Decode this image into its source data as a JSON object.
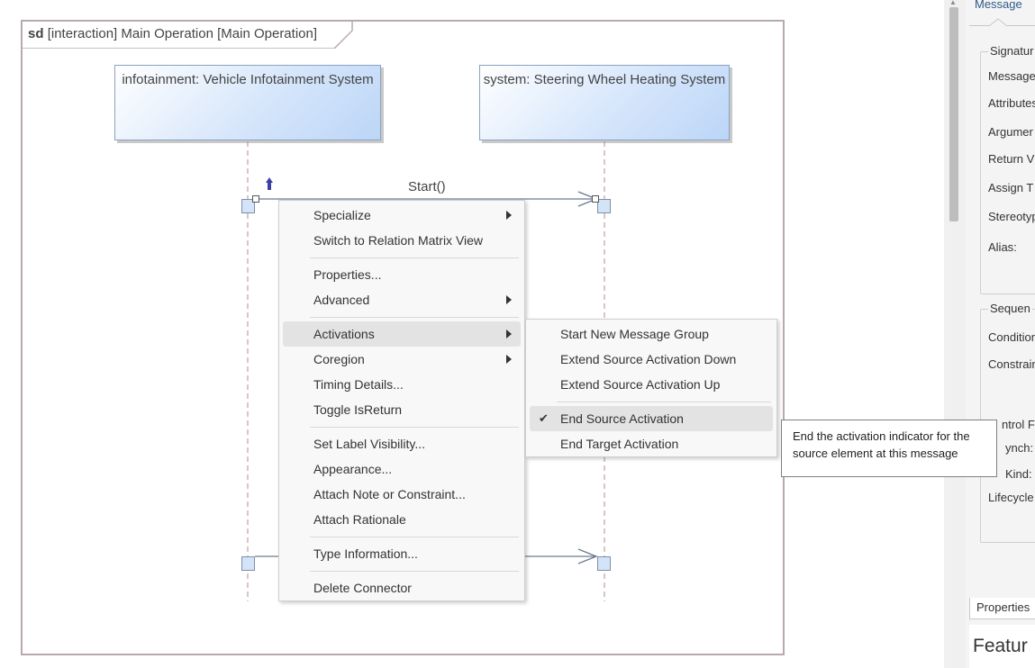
{
  "frame": {
    "kind": "sd",
    "title": "[interaction] Main Operation [Main Operation]"
  },
  "lifelines": [
    {
      "title": "infotainment: Vehicle Infotainment System"
    },
    {
      "title": "system: Steering Wheel Heating System"
    }
  ],
  "message": {
    "label": "Start()"
  },
  "context_menu": {
    "items": [
      "Specialize",
      "Switch to Relation Matrix View",
      "Properties...",
      "Advanced",
      "Activations",
      "Coregion",
      "Timing Details...",
      "Toggle IsReturn",
      "Set Label Visibility...",
      "Appearance...",
      "Attach Note or Constraint...",
      "Attach Rationale",
      "Type Information...",
      "Delete Connector"
    ]
  },
  "submenu": {
    "items": [
      "Start New Message Group",
      "Extend Source Activation Down",
      "Extend Source Activation Up",
      "End Source Activation",
      "End Target Activation"
    ],
    "checked": "End Source Activation"
  },
  "tooltip": {
    "text": "End the activation indicator for the source element at this message"
  },
  "panel": {
    "tab": "Message",
    "signature_group": "Signatur",
    "signature_fields": [
      "Message",
      "Attributes",
      "Argumer",
      "Return V",
      "Assign T",
      "Stereotyp",
      "Alias:"
    ],
    "sequence_group": "Sequen",
    "sequence_fields": [
      "Condition",
      "Constrain"
    ],
    "control_group": "ntrol F",
    "control_fields": [
      "ynch:",
      "Kind:",
      "Lifecycle"
    ],
    "bottom_tab": "Properties",
    "bottom_heading": "Featur"
  },
  "colors": {
    "lifeline_fill": "#cfe1f8",
    "frame_border": "#b9a9af",
    "menu_bg": "#f8f8f8",
    "highlight": "#e3e3e3"
  }
}
